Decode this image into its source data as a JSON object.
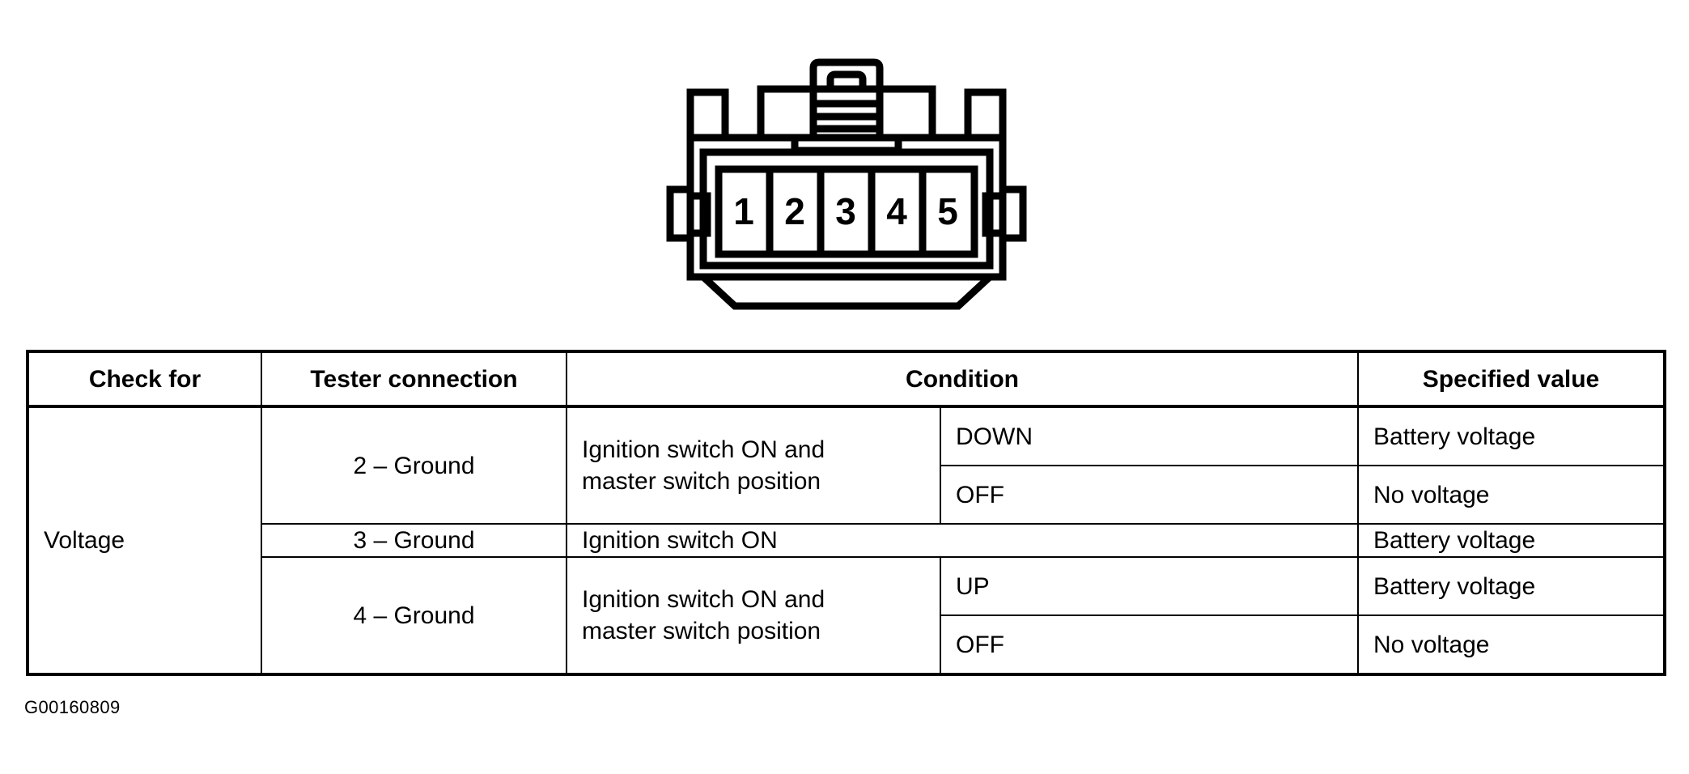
{
  "figure": {
    "caption": "G00160809",
    "connector": {
      "name": "5-pin-connector",
      "pin_count": 5,
      "pins": [
        "1",
        "2",
        "3",
        "4",
        "5"
      ]
    }
  },
  "table": {
    "headers": {
      "check_for": "Check for",
      "tester_connection": "Tester connection",
      "condition": "Condition",
      "specified_value": "Specified value"
    },
    "check_for_value": "Voltage",
    "rows": [
      {
        "tester_connection": "2 – Ground",
        "condition_line1": "Ignition switch ON and",
        "condition_line2": "master switch position",
        "sub_rows": [
          {
            "state": "DOWN",
            "specified_value": "Battery voltage"
          },
          {
            "state": "OFF",
            "specified_value": "No voltage"
          }
        ]
      },
      {
        "tester_connection": "3 – Ground",
        "condition_line1": "Ignition switch ON",
        "condition_line2": "",
        "sub_rows": [
          {
            "state": "",
            "specified_value": "Battery voltage"
          }
        ]
      },
      {
        "tester_connection": "4 – Ground",
        "condition_line1": "Ignition switch ON and",
        "condition_line2": "master switch position",
        "sub_rows": [
          {
            "state": "UP",
            "specified_value": "Battery voltage"
          },
          {
            "state": "OFF",
            "specified_value": "No voltage"
          }
        ]
      }
    ]
  },
  "colors": {
    "ink": "#000000",
    "paper": "#ffffff"
  }
}
